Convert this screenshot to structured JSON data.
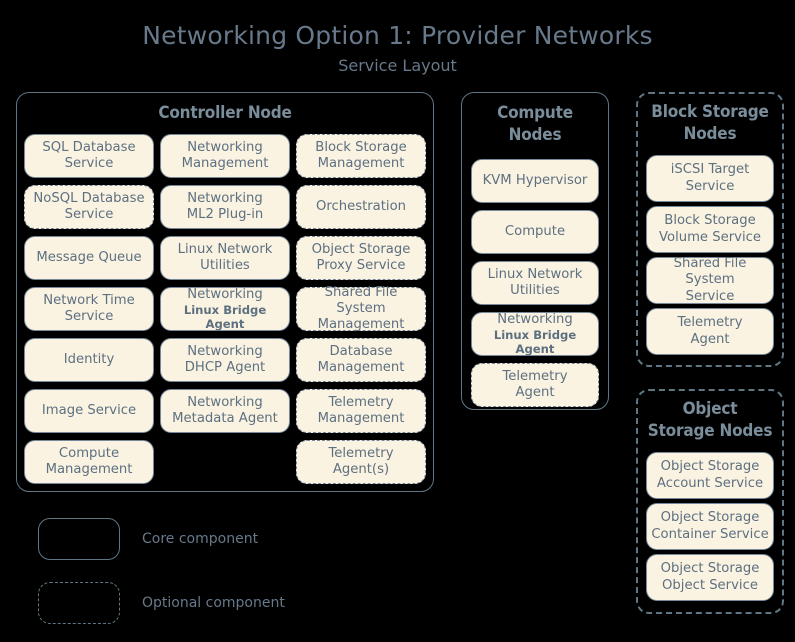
{
  "title": {
    "main": "Networking Option 1: Provider Networks",
    "sub": "Service Layout"
  },
  "colors": {
    "background": "#000000",
    "pill_fill": "#fbf3e2",
    "pill_border": "#76889a",
    "text": "#5d7080",
    "title": "#67798a",
    "container_border": "#5f7785"
  },
  "groups": [
    {
      "id": "controller-node",
      "name": "Controller Node",
      "optional": false,
      "columns": [
        [
          {
            "l1": "SQL Database",
            "l2": "Service",
            "optional": false
          },
          {
            "l1": "NoSQL Database",
            "l2": "Service",
            "optional": true
          },
          {
            "l1": "Message Queue",
            "l2": "",
            "optional": false
          },
          {
            "l1": "Network Time",
            "l2": "Service",
            "optional": false
          },
          {
            "l1": "Identity",
            "l2": "",
            "optional": false
          },
          {
            "l1": "Image Service",
            "l2": "",
            "optional": false
          },
          {
            "l1": "Compute",
            "l2": "Management",
            "optional": false
          }
        ],
        [
          {
            "l1": "Networking",
            "l2": "Management",
            "optional": false
          },
          {
            "l1": "Networking",
            "l2": "ML2 Plug-in",
            "optional": false
          },
          {
            "l1": "Linux Network",
            "l2": "Utilities",
            "optional": false
          },
          {
            "l1": "Networking",
            "l2": "Linux Bridge Agent",
            "optional": false,
            "small2": true
          },
          {
            "l1": "Networking",
            "l2": "DHCP Agent",
            "optional": false
          },
          {
            "l1": "Networking",
            "l2": "Metadata Agent",
            "optional": false
          }
        ],
        [
          {
            "l1": "Block Storage",
            "l2": "Management",
            "optional": true
          },
          {
            "l1": "Orchestration",
            "l2": "",
            "optional": true
          },
          {
            "l1": "Object Storage",
            "l2": "Proxy Service",
            "optional": true
          },
          {
            "l1": "Shared File System",
            "l2": "Management",
            "optional": true
          },
          {
            "l1": "Database",
            "l2": "Management",
            "optional": true
          },
          {
            "l1": "Telemetry",
            "l2": "Management",
            "optional": true
          },
          {
            "l1": "Telemetry",
            "l2": "Agent(s)",
            "optional": true
          }
        ]
      ]
    },
    {
      "id": "compute-nodes",
      "name": "Compute\nNodes",
      "name_lines": [
        "Compute",
        "Nodes"
      ],
      "optional": false,
      "items": [
        {
          "l1": "KVM Hypervisor",
          "l2": "",
          "optional": false
        },
        {
          "l1": "Compute",
          "l2": "",
          "optional": false
        },
        {
          "l1": "Linux Network",
          "l2": "Utilities",
          "optional": false
        },
        {
          "l1": "Networking",
          "l2": "Linux Bridge Agent",
          "optional": false,
          "small2": true
        },
        {
          "l1": "Telemetry",
          "l2": "Agent",
          "optional": true
        }
      ]
    },
    {
      "id": "block-storage-nodes",
      "name_lines": [
        "Block Storage",
        "Nodes"
      ],
      "optional": true,
      "items": [
        {
          "l1": "iSCSI Target",
          "l2": "Service",
          "optional": false
        },
        {
          "l1": "Block Storage",
          "l2": "Volume Service",
          "optional": false
        },
        {
          "l1": "Shared File System",
          "l2": "Service",
          "optional": false
        },
        {
          "l1": "Telemetry",
          "l2": "Agent",
          "optional": false
        }
      ]
    },
    {
      "id": "object-storage-nodes",
      "name_lines": [
        "Object",
        "Storage Nodes"
      ],
      "optional": true,
      "items": [
        {
          "l1": "Object Storage",
          "l2": "Account Service",
          "optional": false
        },
        {
          "l1": "Object Storage",
          "l2": "Container Service",
          "optional": false
        },
        {
          "l1": "Object Storage",
          "l2": "Object Service",
          "optional": false
        }
      ]
    }
  ],
  "legend": [
    {
      "id": "core",
      "label": "Core component",
      "optional": false
    },
    {
      "id": "optional",
      "label": "Optional component",
      "optional": true
    }
  ]
}
